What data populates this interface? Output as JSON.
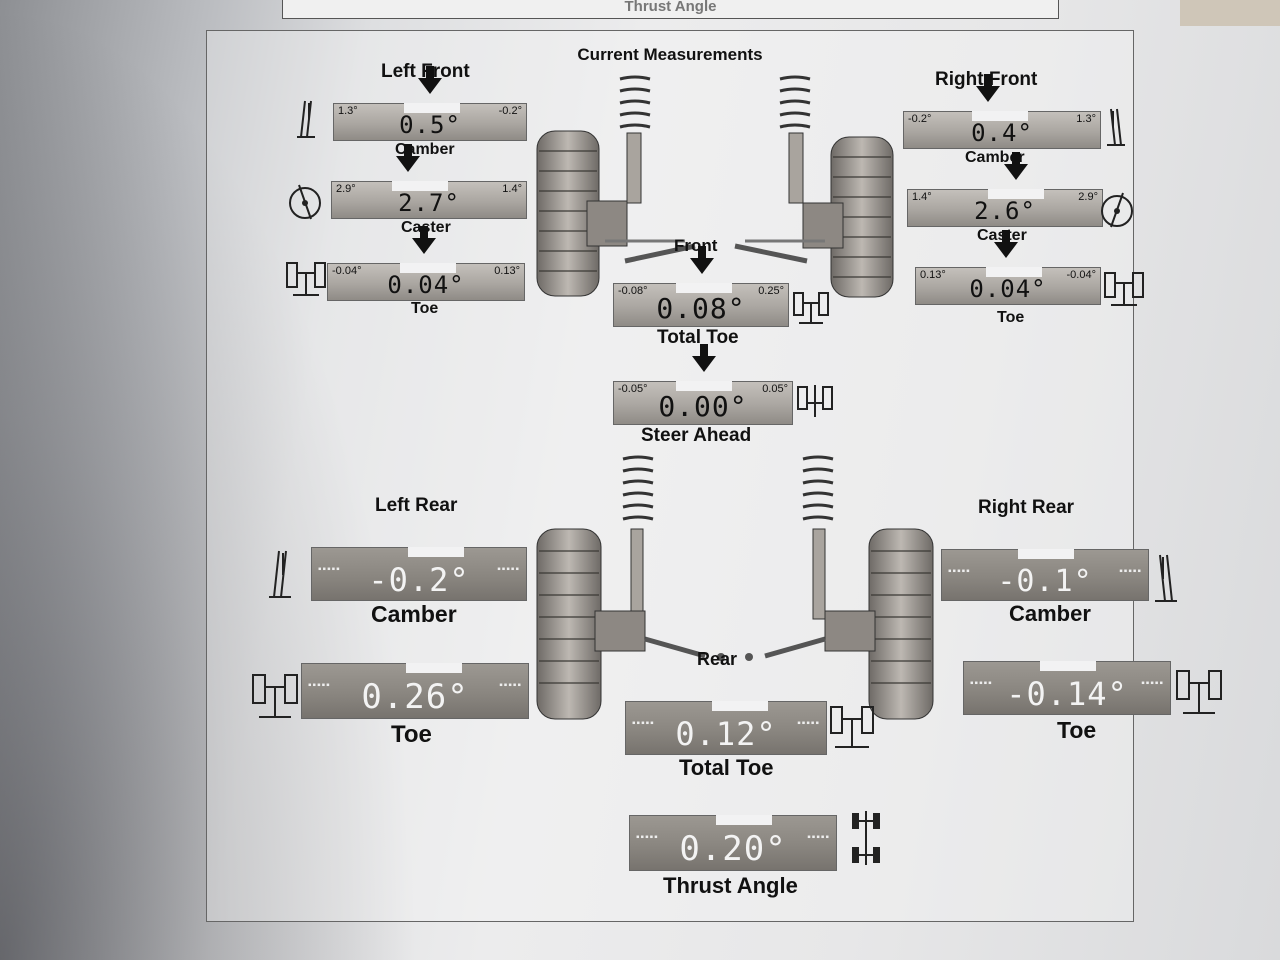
{
  "page": {
    "previous_title": "Thrust Angle",
    "heading": "Current Measurements"
  },
  "sections": {
    "left_front": "Left Front",
    "right_front": "Right Front",
    "front": "Front",
    "left_rear": "Left Rear",
    "right_rear": "Right Rear",
    "rear": "Rear"
  },
  "left_front": {
    "camber": {
      "min": "1.3°",
      "max": "-0.2°",
      "value": "0.5°",
      "label": "Camber"
    },
    "caster": {
      "min": "2.9°",
      "max": "1.4°",
      "value": "2.7°",
      "label": "Caster"
    },
    "toe": {
      "min": "-0.04°",
      "max": "0.13°",
      "value": "0.04°",
      "label": "Toe"
    }
  },
  "right_front": {
    "camber": {
      "min": "-0.2°",
      "max": "1.3°",
      "value": "0.4°",
      "label": "Camber"
    },
    "caster": {
      "min": "1.4°",
      "max": "2.9°",
      "value": "2.6°",
      "label": "Caster"
    },
    "toe": {
      "min": "0.13°",
      "max": "-0.04°",
      "value": "0.04°",
      "label": "Toe"
    }
  },
  "front_total_toe": {
    "min": "-0.08°",
    "max": "0.25°",
    "value": "0.08°",
    "label": "Total Toe"
  },
  "steer_ahead": {
    "min": "-0.05°",
    "max": "0.05°",
    "value": "0.00°",
    "label": "Steer Ahead"
  },
  "left_rear": {
    "camber": {
      "value": "-0.2°",
      "label": "Camber"
    },
    "toe": {
      "value": "0.26°",
      "label": "Toe"
    }
  },
  "right_rear": {
    "camber": {
      "value": "-0.1°",
      "label": "Camber"
    },
    "toe": {
      "value": "-0.14°",
      "label": "Toe"
    }
  },
  "rear_total_toe": {
    "value": "0.12°",
    "label": "Total Toe"
  },
  "thrust_angle": {
    "value": "0.20°",
    "label": "Thrust Angle"
  },
  "icons": [
    "camber-icon",
    "caster-icon",
    "toe-icon",
    "total-toe-icon",
    "steer-ahead-icon",
    "thrust-angle-icon",
    "front-suspension-illustration",
    "rear-suspension-illustration"
  ]
}
